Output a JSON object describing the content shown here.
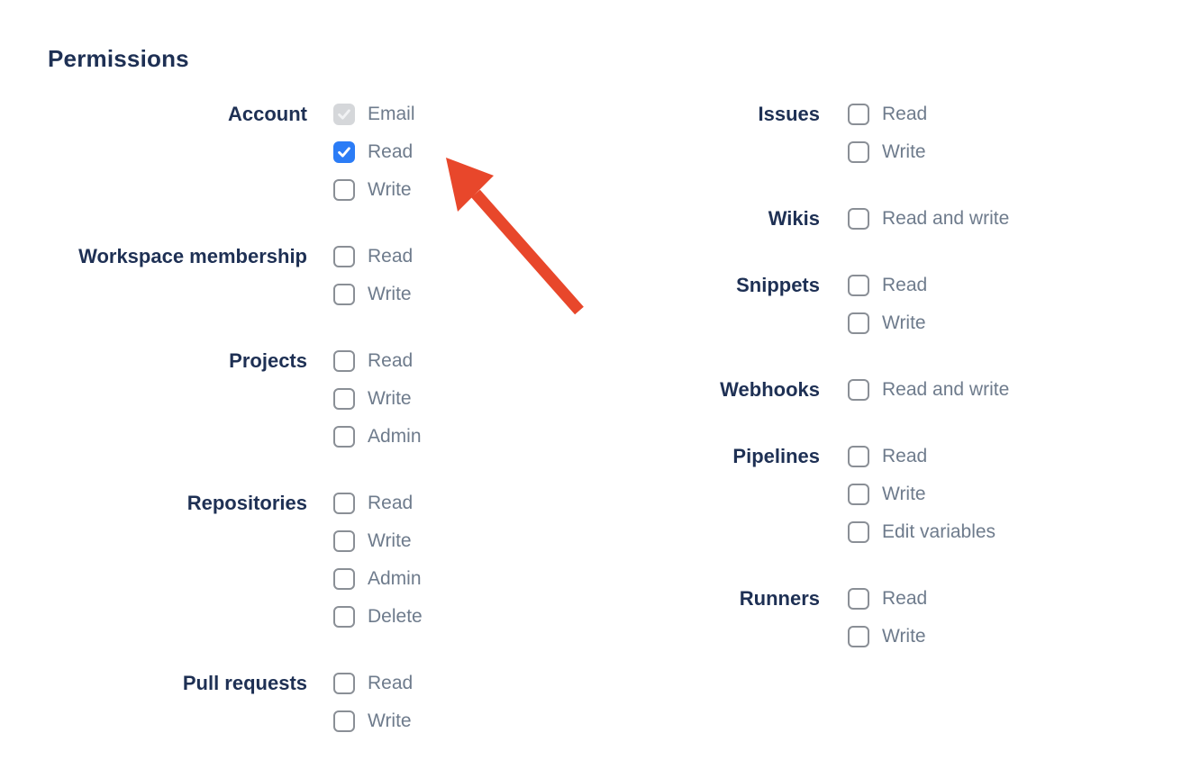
{
  "page": {
    "heading": "Permissions"
  },
  "permissions": {
    "columns": [
      {
        "groups": [
          {
            "label": "Account",
            "items": [
              {
                "label": "Email",
                "state": "checked-disabled"
              },
              {
                "label": "Read",
                "state": "checked"
              },
              {
                "label": "Write",
                "state": "unchecked"
              }
            ]
          },
          {
            "label": "Workspace membership",
            "items": [
              {
                "label": "Read",
                "state": "unchecked"
              },
              {
                "label": "Write",
                "state": "unchecked"
              }
            ]
          },
          {
            "label": "Projects",
            "items": [
              {
                "label": "Read",
                "state": "unchecked"
              },
              {
                "label": "Write",
                "state": "unchecked"
              },
              {
                "label": "Admin",
                "state": "unchecked"
              }
            ]
          },
          {
            "label": "Repositories",
            "items": [
              {
                "label": "Read",
                "state": "unchecked"
              },
              {
                "label": "Write",
                "state": "unchecked"
              },
              {
                "label": "Admin",
                "state": "unchecked"
              },
              {
                "label": "Delete",
                "state": "unchecked"
              }
            ]
          },
          {
            "label": "Pull requests",
            "items": [
              {
                "label": "Read",
                "state": "unchecked"
              },
              {
                "label": "Write",
                "state": "unchecked"
              }
            ]
          }
        ]
      },
      {
        "groups": [
          {
            "label": "Issues",
            "items": [
              {
                "label": "Read",
                "state": "unchecked"
              },
              {
                "label": "Write",
                "state": "unchecked"
              }
            ]
          },
          {
            "label": "Wikis",
            "items": [
              {
                "label": "Read and write",
                "state": "unchecked"
              }
            ]
          },
          {
            "label": "Snippets",
            "items": [
              {
                "label": "Read",
                "state": "unchecked"
              },
              {
                "label": "Write",
                "state": "unchecked"
              }
            ]
          },
          {
            "label": "Webhooks",
            "items": [
              {
                "label": "Read and write",
                "state": "unchecked"
              }
            ]
          },
          {
            "label": "Pipelines",
            "items": [
              {
                "label": "Read",
                "state": "unchecked"
              },
              {
                "label": "Write",
                "state": "unchecked"
              },
              {
                "label": "Edit variables",
                "state": "unchecked"
              }
            ]
          },
          {
            "label": "Runners",
            "items": [
              {
                "label": "Read",
                "state": "unchecked"
              },
              {
                "label": "Write",
                "state": "unchecked"
              }
            ]
          }
        ]
      }
    ]
  },
  "annotation": {
    "arrow_color": "#E8472B"
  },
  "colors": {
    "heading_navy": "#1E3054",
    "checkbox_label_gray": "#6E7B8C",
    "checkbox_checked_blue": "#2B7CF6",
    "checkbox_disabled_bg": "#D5D7DA",
    "checkbox_unchecked_border": "#8A8F96",
    "arrow_red": "#E8472B"
  }
}
